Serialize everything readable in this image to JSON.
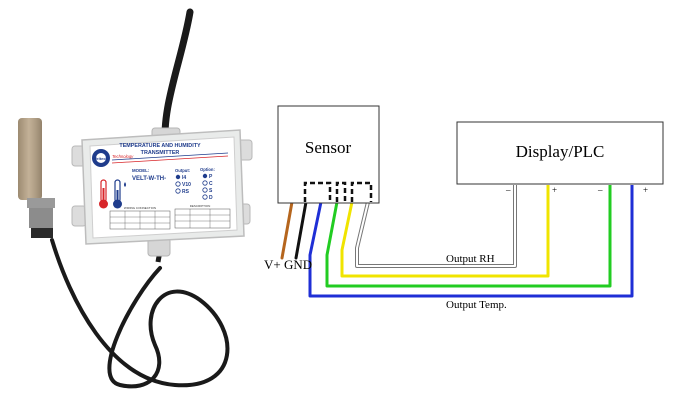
{
  "device": {
    "title_line1": "TEMPERATURE AND HUMIDITY",
    "title_line2": "TRANSMITTER",
    "brand": "Veltech",
    "technology": "Technology",
    "model_label": "MODEL:",
    "model_value": "VELT-W-TH-",
    "output_label": "Output:",
    "outputs": [
      "I4",
      "V10",
      "RS"
    ],
    "option_label": "Option:",
    "options": [
      "P",
      "C",
      "S",
      "D"
    ],
    "wiring_title": "WIRING CONNECTION",
    "description_title": "DESCRIPTION",
    "colors": {
      "body": "#e9ebea",
      "label": "#ffffff",
      "accent_blue": "#1f3c8c",
      "accent_red": "#d8262a",
      "probe": "#b8a385"
    }
  },
  "diagram": {
    "sensor_label": "Sensor",
    "display_label": "Display/PLC",
    "terminal_minus_1": "–",
    "terminal_plus_1": "+",
    "terminal_minus_2": "–",
    "terminal_plus_2": "+",
    "vplus_label": "V+",
    "gnd_label": "GND",
    "output_rh_label": "Output RH",
    "output_temp_label": "Output Temp.",
    "wire_colors": {
      "vplus": "#b5651d",
      "gnd": "#111111",
      "temp": "#1f2fd6",
      "green": "#22cc22",
      "yellow": "#f0e400",
      "white": "#ffffff"
    }
  }
}
